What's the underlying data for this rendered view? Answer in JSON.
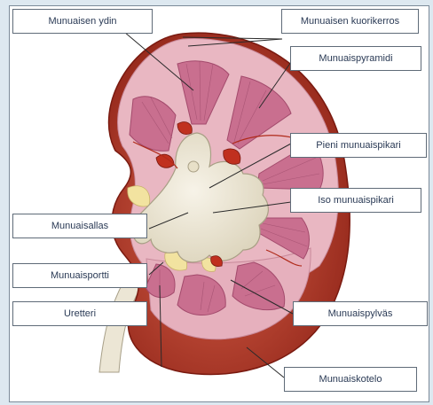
{
  "labels": {
    "ydin": "Munuaisen ydin",
    "kuorikerros": "Munuaisen kuorikerros",
    "pyramidi": "Munuaispyramidi",
    "pieni_kuppi": "Pieni munuaispikari",
    "iso_kuppi": "Iso munuaispikari",
    "allas": "Munuaisallas",
    "portti": "Munuaisportti",
    "uretteri": "Uretteri",
    "pylvas": "Munuaispylväs",
    "kotelo": "Munuaiskotelo"
  },
  "colors": {
    "capsule": "#b5311f",
    "cortex": "#eab8c4",
    "pyramid": "#c76f8e",
    "pelvis": "#efeadb",
    "fat": "#f2e6a3",
    "vessel": "#c0301f",
    "leader": "#2a2a2a"
  }
}
